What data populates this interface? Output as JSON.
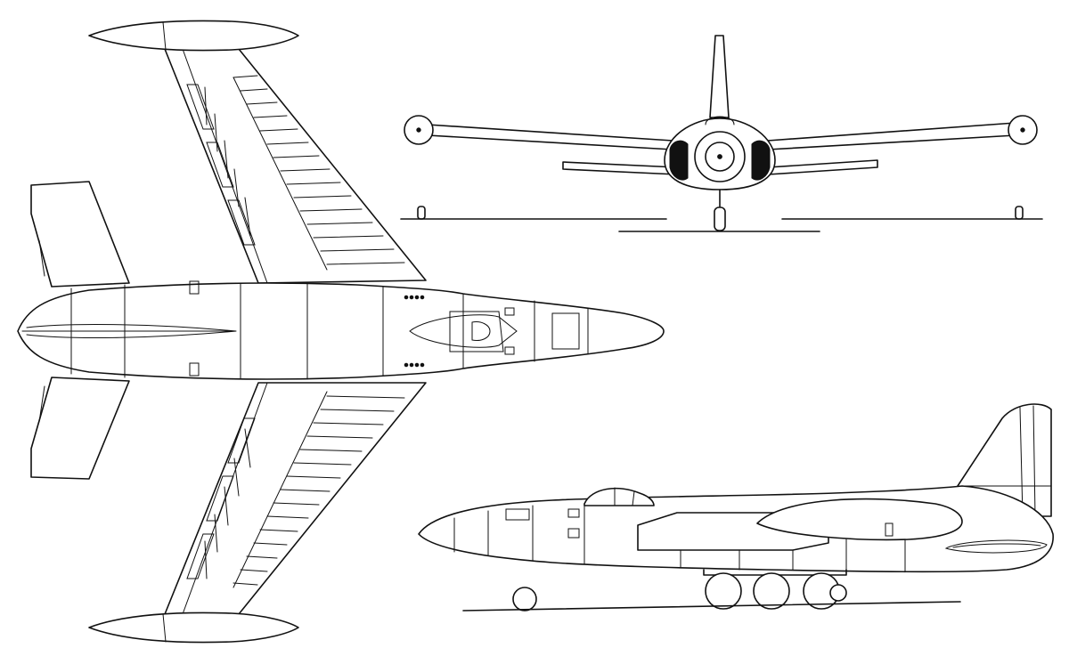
{
  "views": [
    {
      "id": "plan-view"
    },
    {
      "id": "front-view"
    },
    {
      "id": "side-view"
    }
  ]
}
